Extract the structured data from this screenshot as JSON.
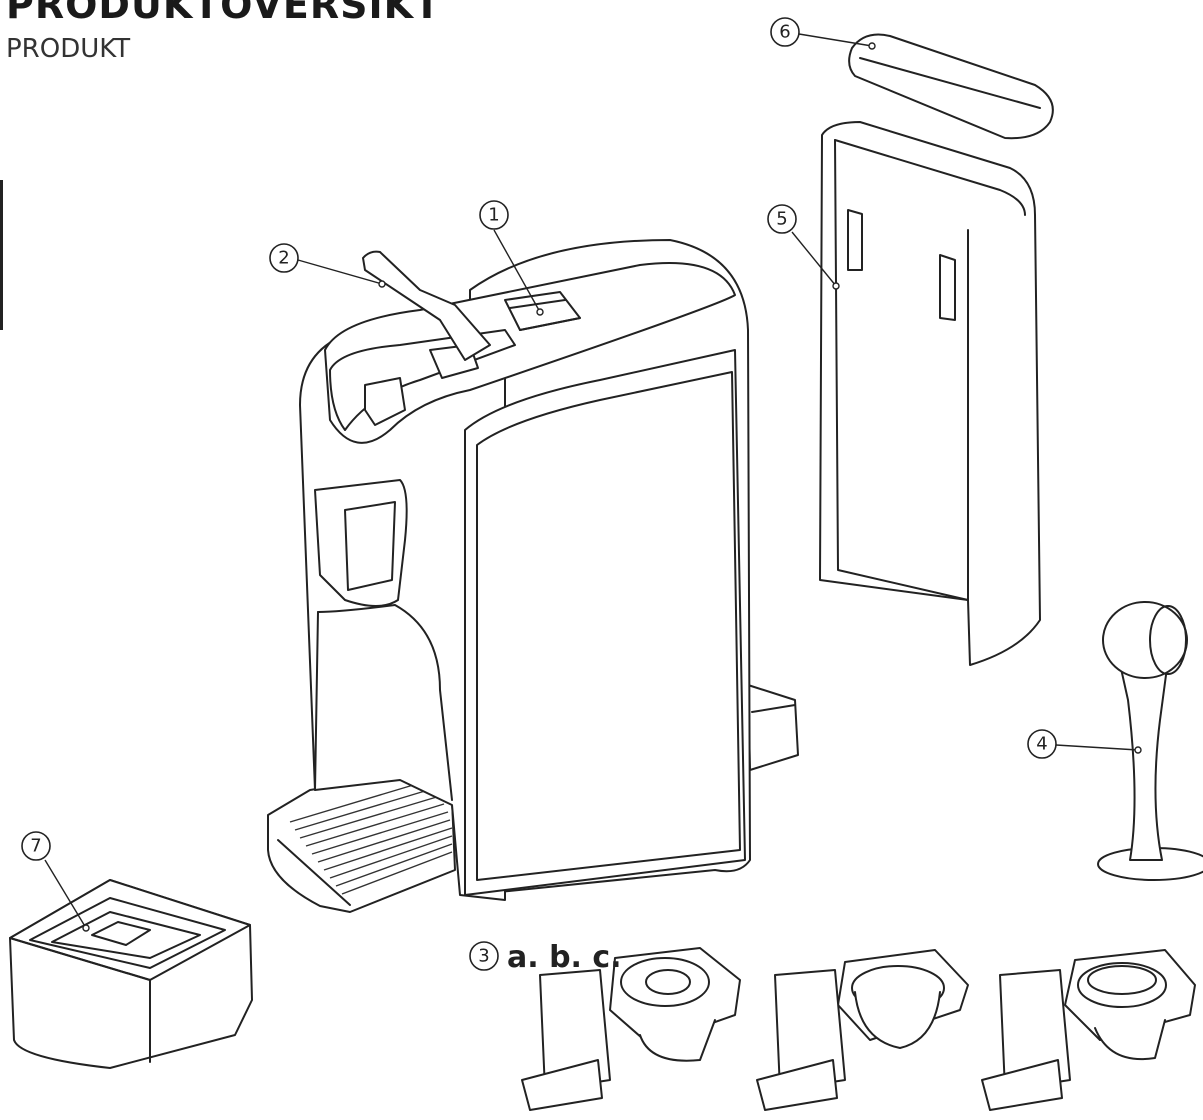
{
  "header": {
    "title": "PRODUKTOVERSIKT",
    "subtitle": "PRODUKT"
  },
  "callouts": [
    {
      "id": "1",
      "label": "1"
    },
    {
      "id": "2",
      "label": "2"
    },
    {
      "id": "3",
      "label": "3",
      "suffix": "a. b. c."
    },
    {
      "id": "4",
      "label": "4"
    },
    {
      "id": "5",
      "label": "5"
    },
    {
      "id": "6",
      "label": "6"
    },
    {
      "id": "7",
      "label": "7"
    }
  ]
}
